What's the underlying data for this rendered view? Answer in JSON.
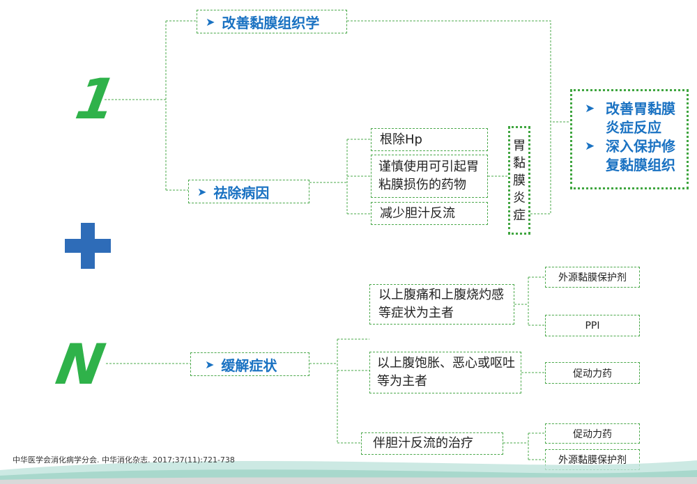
{
  "part_one": {
    "marker": "1",
    "improve_histology": "改善黏膜组织学",
    "remove_cause": "祛除病因",
    "causes": [
      "根除Hp",
      "谨慎使用可引起胃粘膜损伤的药物",
      "减少胆汁反流"
    ],
    "disease": [
      "胃",
      "黏",
      "膜",
      "炎",
      "症"
    ],
    "results": [
      "改善胃黏膜炎症反应",
      "深入保护修复黏膜组织"
    ]
  },
  "part_n": {
    "marker": "N",
    "relieve": "缓解症状",
    "symptom_groups": [
      {
        "label": "以上腹痛和上腹烧灼感等症状为主者",
        "drugs": [
          "外源黏膜保护剂",
          "PPI"
        ]
      },
      {
        "label": "以上腹饱胀、恶心或呕吐等为主者",
        "drugs": [
          "促动力药"
        ]
      },
      {
        "label": "伴胆汁反流的治疗",
        "drugs": [
          "促动力药",
          "外源黏膜保护剂"
        ]
      }
    ]
  },
  "citation": "中华医学会消化病学分会. 中华消化杂志. 2017;37(11):721-738",
  "colors": {
    "accent_blue": "#1a72c2",
    "accent_green": "#2fb24a",
    "plus_blue": "#2e6cb8"
  }
}
